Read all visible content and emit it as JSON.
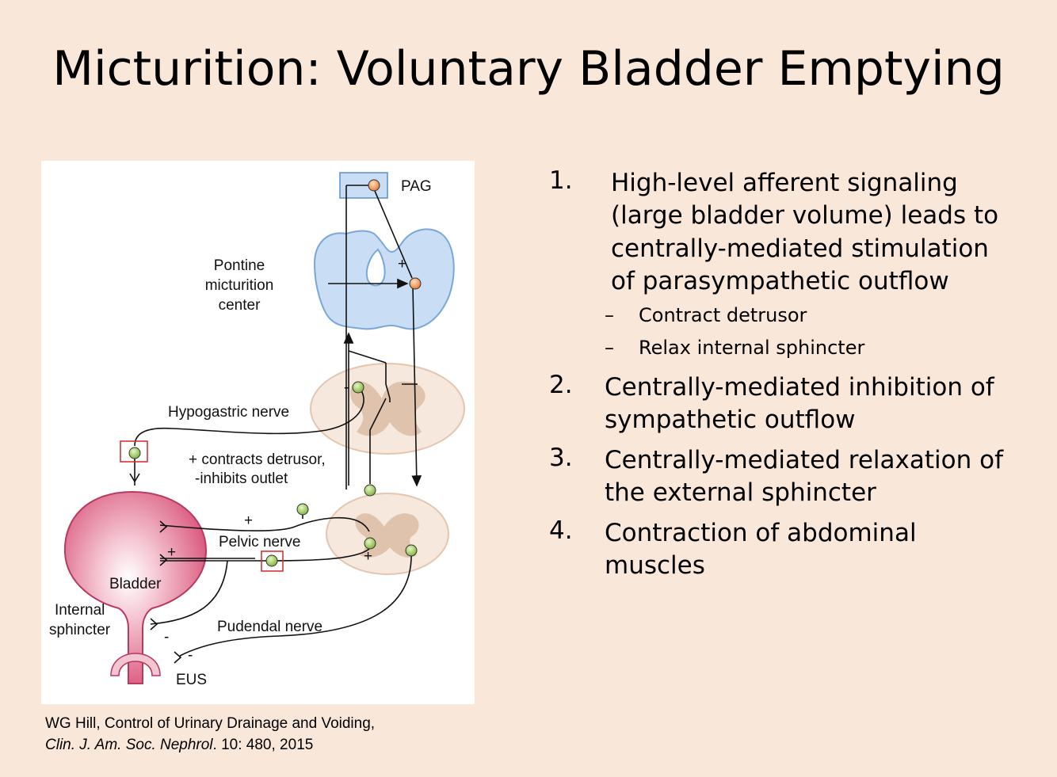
{
  "slide": {
    "title": "Micturition: Voluntary Bladder Emptying"
  },
  "diagram": {
    "labels": {
      "pag": "PAG",
      "pontine_1": "Pontine",
      "pontine_2": "micturition",
      "pontine_3": "center",
      "hypogastric": "Hypogastric nerve",
      "contracts": "+ contracts detrusor,",
      "inhibits": "-inhibits outlet",
      "pelvic": "Pelvic nerve",
      "bladder": "Bladder",
      "internal_1": "Internal",
      "internal_2": "sphincter",
      "pudendal": "Pudendal nerve",
      "eus": "EUS",
      "plus": "+",
      "minus": "-"
    },
    "colors": {
      "bladder": "#d9547a",
      "brainstem": "#c9ddf4",
      "spinal_cord": "#f0dccd",
      "green_neuron": "#8dc63f",
      "orange_neuron": "#f08a3c",
      "box_red": "#d9262a",
      "box_blue": "#5b8fc9"
    }
  },
  "citation": {
    "line1": "WG Hill, Control of Urinary Drainage and Voiding,",
    "journal": "Clin. J. Am. Soc. Nephrol",
    "rest": ". 10: 480, 2015"
  },
  "list": {
    "items": [
      {
        "num": "1.",
        "lines": [
          "High-level afferent signaling",
          "(large bladder volume) leads to",
          "centrally-mediated stimulation",
          "of parasympathetic outflow"
        ]
      },
      {
        "num": "2.",
        "lines": [
          "Centrally-mediated inhibition of",
          "sympathetic outflow"
        ]
      },
      {
        "num": "3.",
        "lines": [
          "Centrally-mediated relaxation of",
          "the external sphincter"
        ]
      },
      {
        "num": "4.",
        "lines": [
          "Contraction of abdominal",
          "muscles"
        ]
      }
    ],
    "subitems": [
      {
        "dash": "–",
        "text": "Contract detrusor"
      },
      {
        "dash": "–",
        "text": "Relax internal sphincter"
      }
    ]
  }
}
